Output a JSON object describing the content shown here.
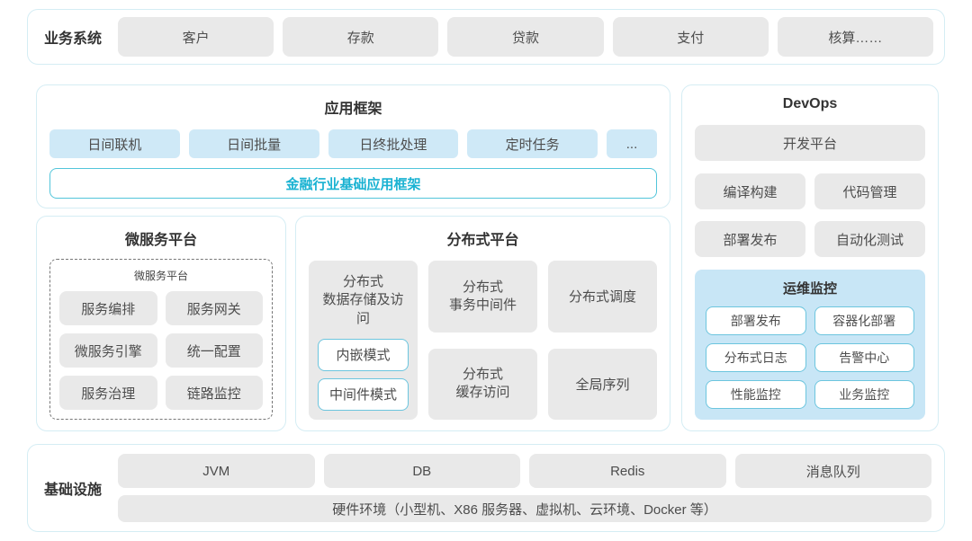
{
  "business_systems": {
    "label": "业务系统",
    "items": [
      "客户",
      "存款",
      "贷款",
      "支付",
      "核算……"
    ]
  },
  "app_framework": {
    "title": "应用框架",
    "modules": [
      "日间联机",
      "日间批量",
      "日终批处理",
      "定时任务",
      "..."
    ],
    "base_framework": "金融行业基础应用框架"
  },
  "microservice_platform": {
    "title": "微服务平台",
    "inner_title": "微服务平台",
    "items": [
      "服务编排",
      "服务网关",
      "微服务引擎",
      "统一配置",
      "服务治理",
      "链路监控"
    ]
  },
  "distributed_platform": {
    "title": "分布式平台",
    "storage": {
      "title": "分布式\n数据存储及访问",
      "modes": [
        "内嵌模式",
        "中间件模式"
      ]
    },
    "items": [
      "分布式\n事务中间件",
      "分布式调度",
      "分布式\n缓存访问",
      "全局序列"
    ]
  },
  "devops": {
    "title": "DevOps",
    "dev_platform": "开发平台",
    "tools": [
      "编译构建",
      "代码管理",
      "部署发布",
      "自动化测试"
    ],
    "ops_monitoring": {
      "title": "运维监控",
      "items": [
        "部署发布",
        "容器化部署",
        "分布式日志",
        "告警中心",
        "性能监控",
        "业务监控"
      ]
    }
  },
  "infrastructure": {
    "label": "基础设施",
    "items": [
      "JVM",
      "DB",
      "Redis",
      "消息队列"
    ],
    "hardware": "硬件环境（小型机、X86 服务器、虚拟机、云环境、Docker 等）"
  },
  "colors": {
    "panel_border": "#d5edf4",
    "grey_box": "#e9e9e9",
    "blue_box": "#cfe9f7",
    "ops_panel_bg": "#c8e6f6",
    "accent_border": "#6cc5de",
    "accent_text": "#19b2d2",
    "title_text": "#333333",
    "body_text": "#4d4d4d"
  }
}
